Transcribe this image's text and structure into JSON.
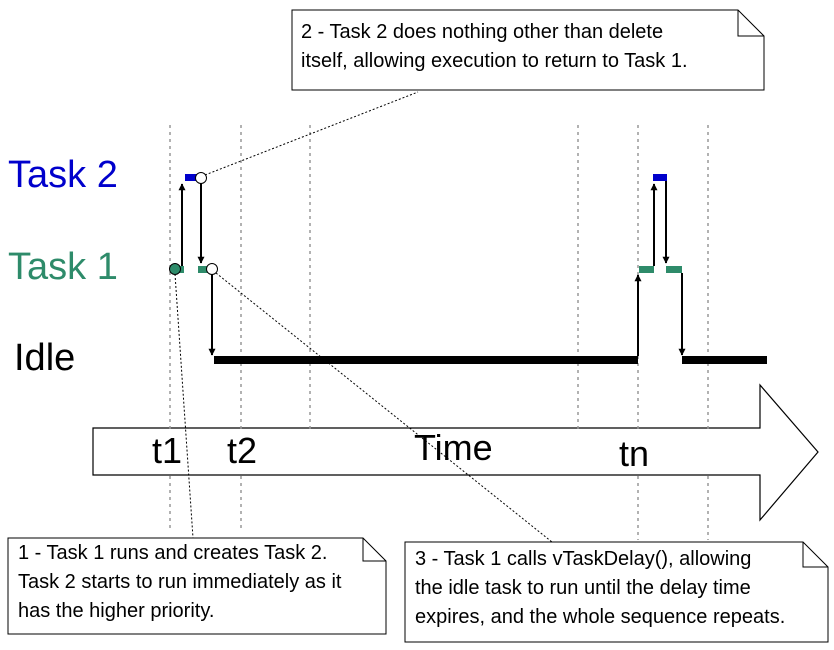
{
  "colors": {
    "task2": "#0000cc",
    "task1": "#2e8b6a",
    "idle": "#000000"
  },
  "rows": {
    "task2": "Task 2",
    "task1": "Task 1",
    "idle": "Idle"
  },
  "time_axis": {
    "t1": "t1",
    "t2": "t2",
    "time": "Time",
    "tn": "tn"
  },
  "notes": {
    "note1": {
      "line1": "1 - Task 1 runs and creates Task 2.",
      "line2": "Task 2 starts to run immediately as it",
      "line3": "has the higher priority."
    },
    "note2": {
      "line1": "2 - Task 2 does nothing other than delete",
      "line2": "itself, allowing execution to return to Task 1."
    },
    "note3": {
      "line1": "3 - Task 1 calls vTaskDelay(), allowing",
      "line2": "the idle task to run until the delay time",
      "line3": "expires, and the whole sequence repeats."
    }
  }
}
